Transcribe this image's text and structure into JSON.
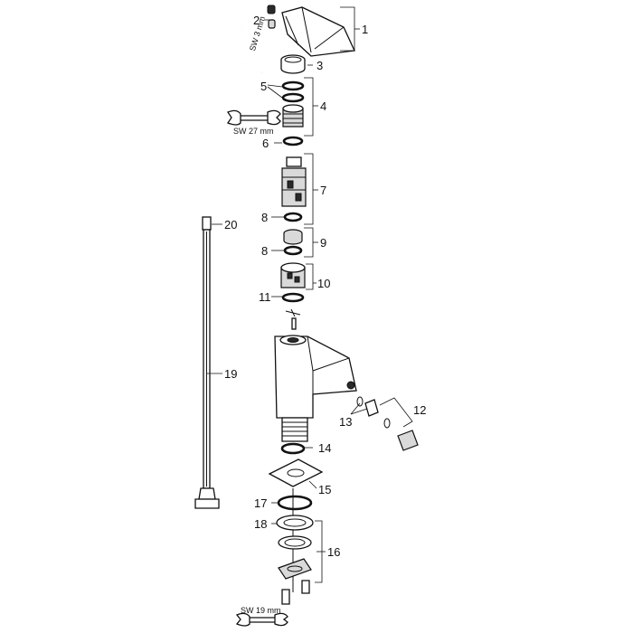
{
  "labels": {
    "p1": "1",
    "p2": "2",
    "p3": "3",
    "p4": "4",
    "p5": "5",
    "p6": "6",
    "p7": "7",
    "p8a": "8",
    "p8b": "8",
    "p9": "9",
    "p10": "10",
    "p11": "11",
    "p12": "12",
    "p13": "13",
    "p14": "14",
    "p15": "15",
    "p16": "16",
    "p17": "17",
    "p18": "18",
    "p19": "19",
    "p20": "20"
  },
  "tools": {
    "hex_key": "SW 3 mm",
    "wrench_top": "SW 27 mm",
    "wrench_bottom": "SW 19 mm"
  },
  "colors": {
    "line": "#111111",
    "fill": "#ffffff",
    "shade": "#d9d9d9"
  }
}
